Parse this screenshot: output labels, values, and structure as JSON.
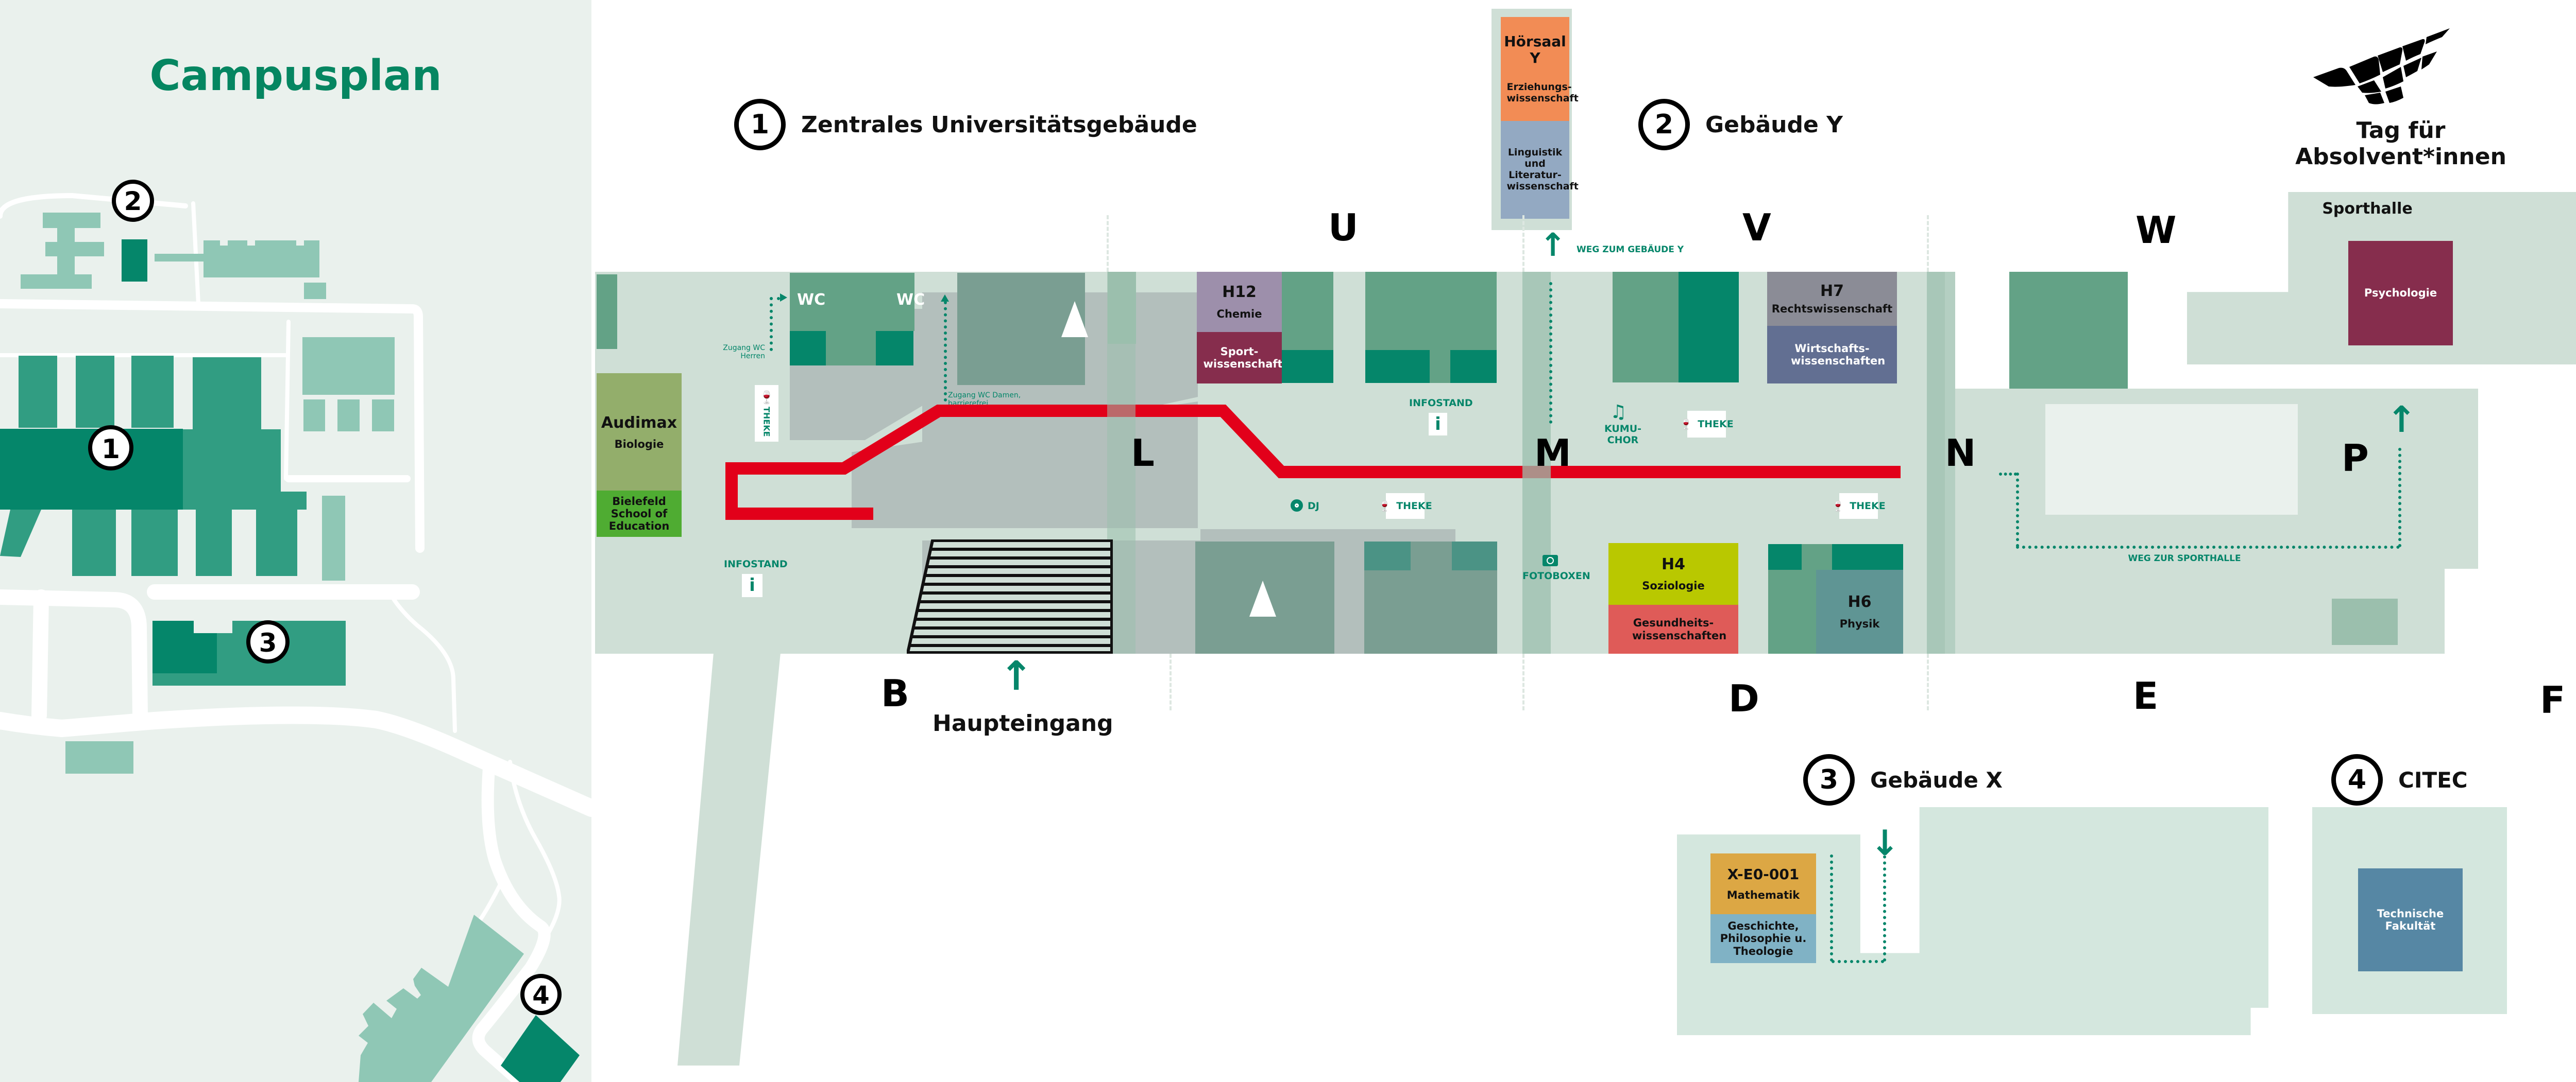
{
  "header": {
    "campus_title": "Campusplan",
    "event_title": "Tag für Absolvent*innen",
    "logo_icon": "wing-logo-icon"
  },
  "legend": [
    {
      "number": "1",
      "label": "Zentrales Universitätsgebäude"
    },
    {
      "number": "2",
      "label": "Gebäude Y"
    },
    {
      "number": "3",
      "label": "Gebäude X"
    },
    {
      "number": "4",
      "label": "CITEC"
    }
  ],
  "overview_map": {
    "markers": [
      "1",
      "2",
      "3",
      "4"
    ]
  },
  "axes": {
    "top": [
      "U",
      "V",
      "W"
    ],
    "middle": [
      "L",
      "M",
      "N",
      "P"
    ],
    "bottom": [
      "B",
      "D",
      "E",
      "F"
    ]
  },
  "rooms": {
    "audimax": {
      "name": "Audimax",
      "subject": "Biologie",
      "color": "#93ae6b"
    },
    "bise": {
      "subject": "Bielefeld School of Education",
      "color": "#4fac32"
    },
    "h12": {
      "name": "H12",
      "subject": "Chemie",
      "color": "#9d8fab"
    },
    "h12b": {
      "subject": "Sport-wissenschaft",
      "color": "#862d4d"
    },
    "h7": {
      "name": "H7",
      "subject": "Rechtswissenschaft",
      "color": "#8b8c96"
    },
    "h7b": {
      "subject": "Wirtschafts-wissenschaften",
      "color": "#626f92"
    },
    "h4": {
      "name": "H4",
      "subject": "Soziologie",
      "color": "#b9c800"
    },
    "h4b": {
      "subject": "Gesundheits-wissenschaften",
      "color": "#df5b58"
    },
    "h6": {
      "name": "H6",
      "subject": "Physik",
      "color": "#5f9594"
    },
    "hy": {
      "name": "Hörsaal Y",
      "subject": "Erziehungs-wissenschaft",
      "color": "#f28c55"
    },
    "hyb": {
      "subject": "Linguistik und Literatur-wissenschaft",
      "color": "#93a9c2"
    },
    "psy": {
      "building": "Sporthalle",
      "subject": "Psychologie",
      "color": "#862d4d"
    },
    "x": {
      "name": "X-E0-001",
      "subject": "Mathematik",
      "color": "#dca744"
    },
    "xb": {
      "subject": "Geschichte, Philosophie u. Theologie",
      "color": "#80b2c5"
    },
    "citec": {
      "subject": "Technische Fakultät",
      "color": "#5687a4"
    }
  },
  "pois": {
    "wc1": "WC",
    "wc2": "WC",
    "wc_herren": "Zugang WC Herren",
    "wc_damen": "Zugang WC Damen, barrierefrei",
    "theke": "THEKE",
    "infostand": "INFOSTAND",
    "dj": "DJ",
    "kumu": "KUMU-CHOR",
    "fotoboxen": "FOTOBOXEN",
    "weg_y": "WEG ZUM GEBÄUDE Y",
    "weg_sport": "WEG ZUR SPORTHALLE",
    "haupteingang": "Haupteingang"
  },
  "colors": {
    "brand_green": "#05866a",
    "route_red": "#e2001a",
    "floor": "#cfdfd6"
  }
}
